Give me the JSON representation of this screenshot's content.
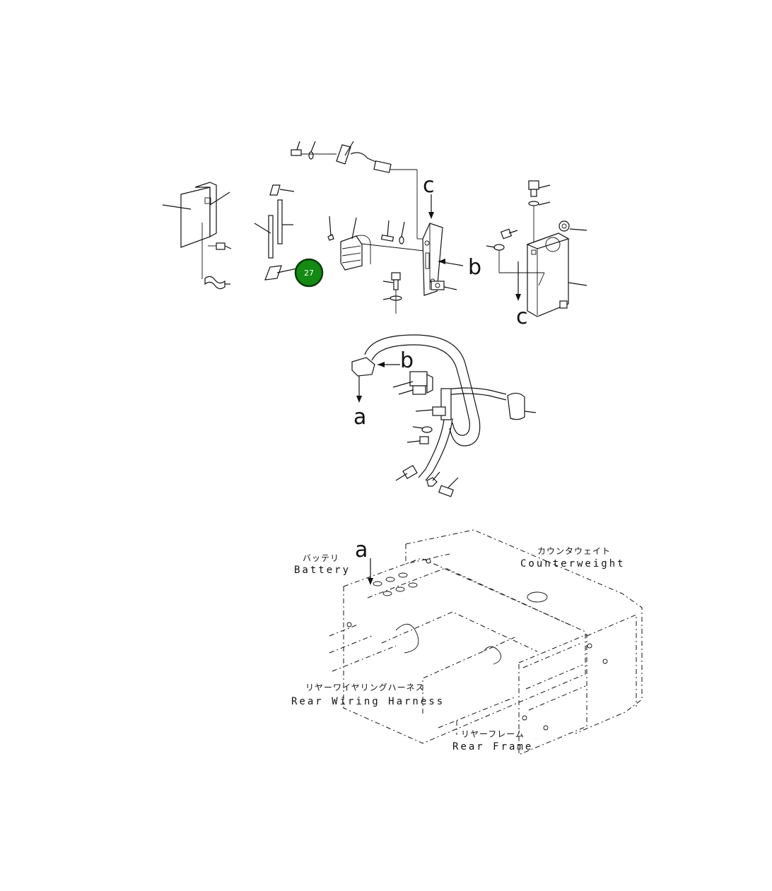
{
  "diagram": {
    "view_refs": {
      "c_top": "c",
      "b_top": "b",
      "c_right": "c",
      "b_mid": "b",
      "a_mid": "a",
      "a_bottom": "a"
    },
    "labels": {
      "battery_jp": "バッテリ",
      "battery_en": "Battery",
      "counterweight_jp": "カウンタウェイト",
      "counterweight_en": "Counterweight",
      "rear_harness_jp": "リヤーワイヤリングハーネス",
      "rear_harness_en": "Rear Wiring Harness",
      "rear_frame_jp": "リヤーフレーム",
      "rear_frame_en": "Rear Frame"
    },
    "callout": {
      "number": "27",
      "color": "#138a13"
    }
  }
}
